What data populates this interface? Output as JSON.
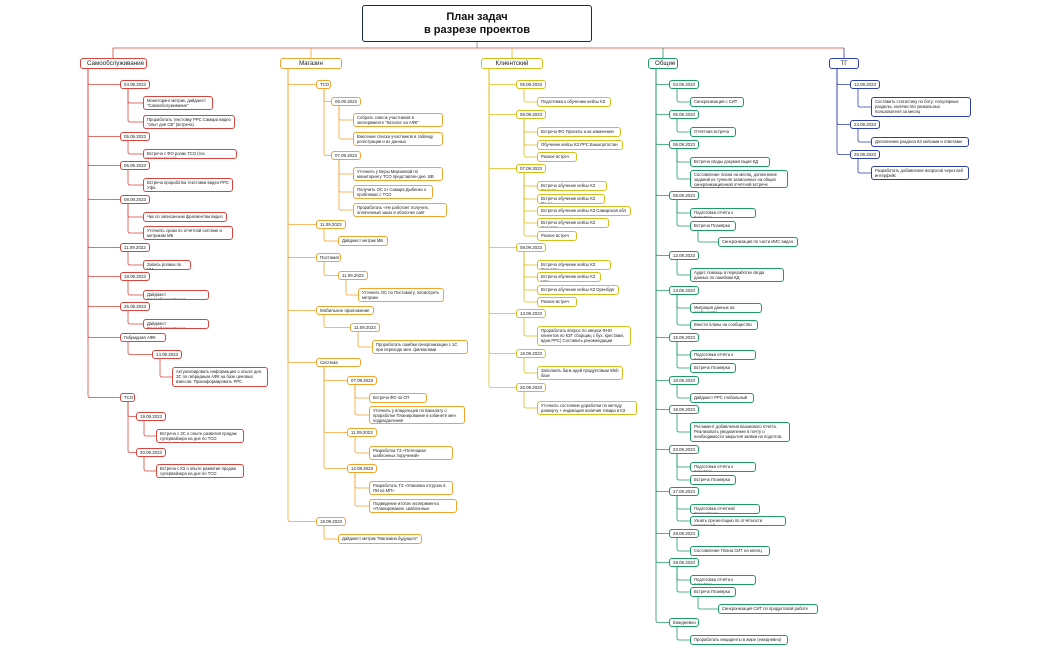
{
  "root": {
    "line1": "План задач",
    "line2": "в разрезе проектов"
  },
  "branches": {
    "samoobsl": "Самообслуживание",
    "magazin": "Магазин будущего",
    "klient": "Клиентский заказ",
    "obshie": "Общие",
    "tgbot": "ТГ Бот"
  },
  "samo": {
    "d1": "04.09.2023",
    "t1": "Мониторинг метрик, дайджест \"Самообслуживание\"",
    "t2": "Проработать текстовку РРС Самара видео \"опыт дня СВ\" (встреча)",
    "d2": "05.09.2023",
    "t3": "Встреча с ФО ролик ТСО (тех рекомендации)",
    "d3": "06.09.2023",
    "t4": "Встреча проработка текстовки видео РРС Уфа",
    "d4": "08.09.2023",
    "t5": "Чек по записанным фрагментам видео",
    "t6": "Уточнить сроки по отчётной системе и метрикам МБ",
    "d5": "11.09.2023",
    "t7": "Запись ролика по УМ",
    "d6": "18.09.2023",
    "t8": "Дайджест Самообслуживания",
    "d7": "25.09.2023",
    "t9": "Дайджест Самообслуживания",
    "g1": "Гибридная АФК КСС",
    "d8": "14.09.2023",
    "t10": "Актуализировать информацию о опыте дня. ЗС по гибридным АФК на базе ценовых взвесов. Проинформировать РРС",
    "g2": "ТСО",
    "d9": "19.09.2023",
    "t11": "Встреча с ЗС о опыте развития продаж супервайзера на дне по ТСО",
    "d10": "20.09.2023",
    "t12": "Встреча с КЗ о опыте развития продаж супервайзера на дне по ТСО"
  },
  "mag": {
    "g1": "ТСО",
    "d1": "05.09.2023",
    "t1": "Собрать список участников в эксперименте \"Каталог на АФК\"",
    "t2": "Внесение списка участников в таблицу регистрации и их данных",
    "d2": "07.09.2023",
    "t3": "Уточнить у Веры Мирзоевой по мониторингу ТСО представлен дне. ВВ",
    "t4": "Получить ОС от Самара Дыбенко о проблемах с ТСО",
    "t5": "Проработать «Не работает получить оплаченный заказ в оболочке сайт 1.0.65.7»",
    "d3": "11.09.2023",
    "t6": "Дайджест метрик МБ",
    "g2": "Постамат",
    "d4": "11.09.2023",
    "t7": "Уточнить ОС по Постамату, посмотреть метрики",
    "g3": "Мобильное приложение",
    "d5": "11.09.2023",
    "t8": "Проработать ошибки синхронизации с 1С при переходе мен. филиалами",
    "g4": "Система поручений",
    "d6": "07.09.2023",
    "t9": "Встреча ФО по СП",
    "t10": "Уточнить у владельцев по Бакалату о проработке Планирование в кэбинете мен подразделений",
    "d7": "11.09.2023",
    "t11": "Разработка ТЗ «Потенциал шаблонных поручений»",
    "d8": "12.09.2023",
    "t12": "Разработать ТЗ «Упаковка отгрузок в ПИ из МП»",
    "t13": "Подведение итогов эксперимента «Планирование. Шаблонные поручений»",
    "d9": "18.09.2023",
    "t14": "Дайджест метрик \"Магазина будущего\""
  },
  "kz": {
    "d1": "05.09.2023",
    "t1": "Подготовка к обучению кейсы КЗ",
    "d2": "06.09.2023",
    "t2": "Встреча ФО Проекты и их изменения",
    "t3": "Обучение кейсы КЗ РРС Башкортостан",
    "t4": "Разное встреч",
    "d3": "07.09.2023",
    "t5": "Встреча обучение кейсы КЗ Самара",
    "t6": "Встреча обучение кейсы КЗ Пенза",
    "t7": "Встреча обучение кейсы КЗ Самарская обл",
    "t8": "Встреча обучение кейсы КЗ Саратов",
    "t9": "Разное встреч",
    "d4": "08.09.2023",
    "t10": "Встреча обучение кейсы КЗ Тольятти",
    "t11": "Встреча обучение кейсы КЗ Уфа",
    "t12": "Встреча обучение кейсы КЗ Оренбург",
    "t13": "Разное встреч",
    "d5": "13.09.2023",
    "t14": "Проработать вопрос по оверси ФНО клиентов по КЗТ сборщиц с бух. крестами, вдна РРС) Составить рекомендации",
    "d6": "18.09.2023",
    "t15": "Заполнить банк идей продуктовым Web базе",
    "d7": "20.09.2023",
    "t16": "Уточнить состояние доработки по методу разверту + индикация наличия товара в КЗ 0+1"
  },
  "ob": {
    "d1": "04.09.2023",
    "t1": "Синхронизация с СИТ",
    "d2": "05.09.2023",
    "t2": "Отчётная встреча",
    "d3": "06.09.2023",
    "t3": "Встреча своды документация КД",
    "t4": "Составление плана на месяц, дополнение заданий из туннеля записанных на общих синхронизационной отчётной встрече",
    "d4": "08.09.2023",
    "t5": "Подготовка отчёта к планёрке",
    "t6": "Встреча Планёрка",
    "t7": "Синхронизация по части ИИС видео",
    "d5": "12.09.2023",
    "t8": "Аудит, помощь в переработке свода данных по ошибкам КД",
    "d6": "13.09.2023",
    "t9": "Миграция данных на сообщество",
    "t10": "Внести планы на сообщество",
    "d7": "15.09.2023",
    "t11": "Подготовка отчёта к планёрке",
    "t12": "Встреча Планёрка",
    "d8": "18.09.2023",
    "t13": "Дайджест РРС глобальный",
    "d9": "19.09.2023",
    "t14": "Регламент добавления вазанового отчёта. Реализовать уведомление в почту о необходимости закрытия заявки на подготов.",
    "d10": "22.09.2023",
    "t15": "Подготовка отчёта к планёрке",
    "t16": "Встреча Планёрка",
    "d11": "27.09.2023",
    "t17": "Подготовка отчётной презентации",
    "t18": "Узнать презентацию по отчётности карманной",
    "d12": "28.09.2023",
    "t19": "Составление Плана СИТ на месяц",
    "d13": "29.09.2023",
    "t20": "Подготовка отчёта к планёрке",
    "t21": "Встреча Планёрка",
    "t22": "Синхронизация СИТ по продуктовой работе",
    "d14": "Ежедневно",
    "t23": "Проработать инциденты в жире (ежедневно)"
  },
  "tg": {
    "d1": "12.09.2023",
    "t1": "Составить статистику по боту: популярные разделы, количество уникальных пользователя за месяц",
    "d2": "24.09.2023",
    "t2": "Дополнение раздела КЗ кейсами и ответами",
    "d3": "26.09.2023",
    "t3": "Разработать добавление вопросов через веб интерфейс"
  },
  "colors": {
    "samoobsl": "#d9453d",
    "magazin": "#f0a531",
    "klient": "#d7bf1b",
    "obshie": "#1e9a66",
    "tgbot": "#2d3fa8"
  }
}
